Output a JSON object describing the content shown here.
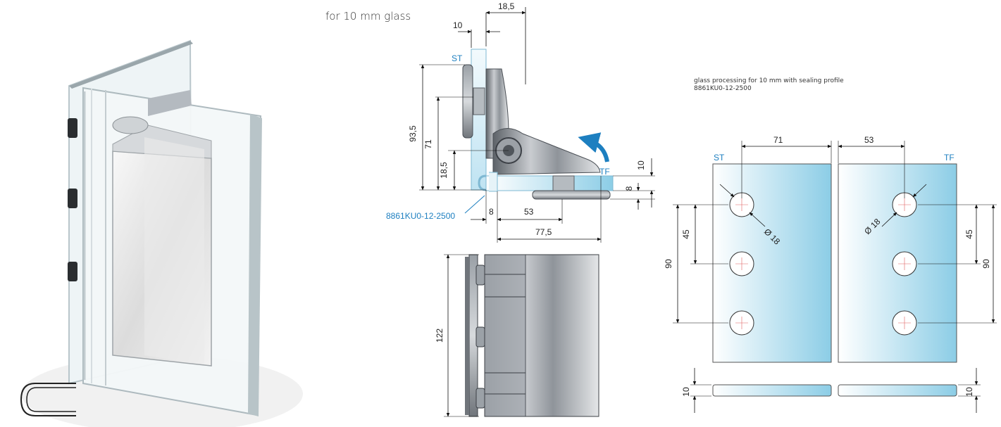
{
  "header": {
    "glass_thickness": "for 10 mm glass"
  },
  "side_view": {
    "labels": {
      "st": "ST",
      "tf": "TF",
      "seal_part": "8861KU0-12-2500"
    },
    "dims": {
      "top_width": "18,5",
      "glass_10": "10",
      "height_total": "93,5",
      "height_71": "71",
      "height_18_5": "18,5",
      "right_10": "10",
      "right_8": "8",
      "bottom_8": "8",
      "bottom_53": "53",
      "bottom_77_5": "77,5"
    }
  },
  "front_view": {
    "dims": {
      "height": "122"
    }
  },
  "glass_processing": {
    "note": "glass processing for 10 mm with sealing profile 8861KU0-12-2500",
    "labels": {
      "st": "ST",
      "tf": "TF"
    },
    "dims": {
      "left_71": "71",
      "right_53": "53",
      "hole_dia_left": "Ø 18",
      "hole_dia_right": "Ø 18",
      "left_45": "45",
      "left_90": "90",
      "right_45": "45",
      "right_90": "90",
      "left_10": "10",
      "right_10": "10"
    }
  },
  "colors": {
    "accent_blue": "#1d7fc0",
    "glass_light": "#e8f6fb",
    "glass_dark": "#9fd5ea",
    "metal": "#8a8f96"
  },
  "icons": {
    "rotation_arrow": "curved-arrow-icon",
    "seal_profile": "seal-profile-icon"
  }
}
